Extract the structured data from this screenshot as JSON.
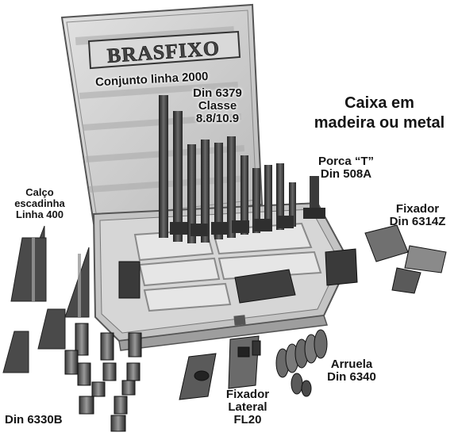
{
  "brand": "BRASFIXO",
  "labels": {
    "kit_title": "Conjunto linha 2000",
    "bolts": [
      "Din 6379",
      "Classe",
      "8.8/10.9"
    ],
    "box": [
      "Caixa em",
      "madeira ou metal"
    ],
    "t_nut": [
      "Porca “T”",
      "Din 508A"
    ],
    "step_block": [
      "Calço",
      "escadinha",
      "Linha 400"
    ],
    "fixer": [
      "Fixador",
      "Din 6314Z"
    ],
    "washer": [
      "Arruela",
      "Din 6340"
    ],
    "lateral": [
      "Fixador",
      "Lateral",
      "FL20"
    ],
    "nuts": "Din 6330B"
  },
  "colors": {
    "box_wood": "#bdbdbd",
    "lid": "#cfcfcf",
    "dark_part": "#2e2e2e",
    "mid_part": "#707070",
    "text": "#151515"
  }
}
